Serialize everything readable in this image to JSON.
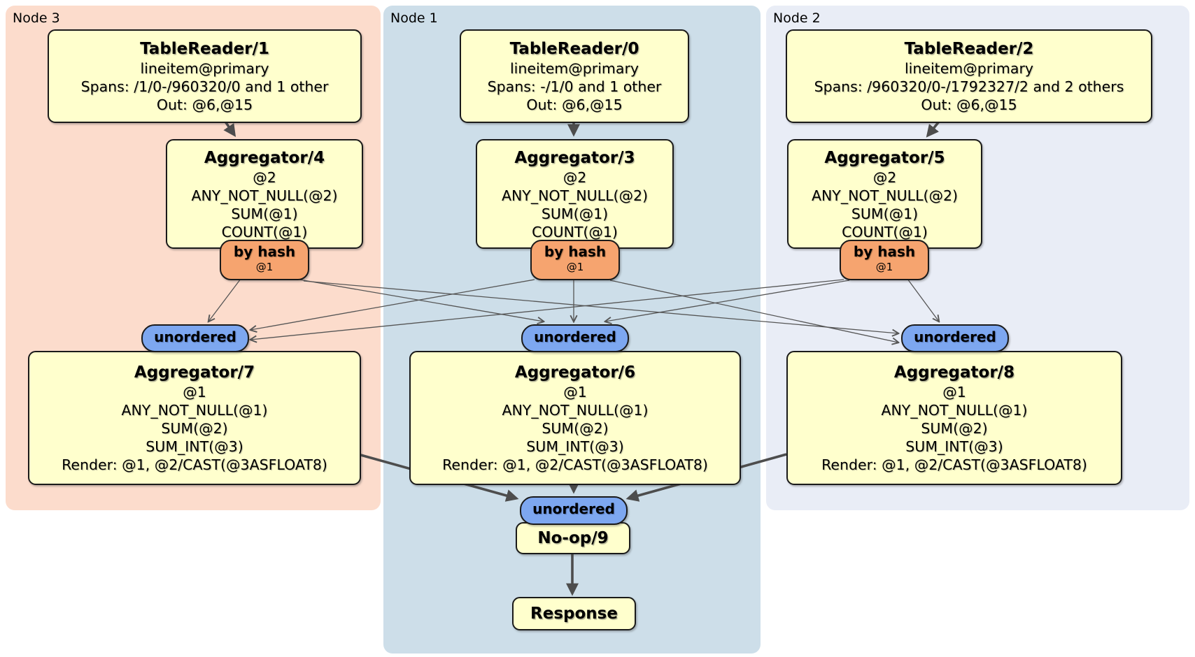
{
  "diagram": {
    "panels": [
      {
        "id": "node3",
        "label": "Node 3",
        "bg": "#fcdccc"
      },
      {
        "id": "node1",
        "label": "Node 1",
        "bg": "#cddee9"
      },
      {
        "id": "node2",
        "label": "Node 2",
        "bg": "#e9edf6"
      }
    ],
    "processors": {
      "tr1": {
        "title": "TableReader/1",
        "lines": [
          "lineitem@primary",
          "Spans: /1/0-/960320/0 and 1 other",
          "Out: @6,@15"
        ]
      },
      "tr0": {
        "title": "TableReader/0",
        "lines": [
          "lineitem@primary",
          "Spans: -/1/0 and 1 other",
          "Out: @6,@15"
        ]
      },
      "tr2": {
        "title": "TableReader/2",
        "lines": [
          "lineitem@primary",
          "Spans: /960320/0-/1792327/2 and 2 others",
          "Out: @6,@15"
        ]
      },
      "agg4": {
        "title": "Aggregator/4",
        "lines": [
          "@2",
          "ANY_NOT_NULL(@2)",
          "SUM(@1)",
          "COUNT(@1)"
        ]
      },
      "agg3": {
        "title": "Aggregator/3",
        "lines": [
          "@2",
          "ANY_NOT_NULL(@2)",
          "SUM(@1)",
          "COUNT(@1)"
        ]
      },
      "agg5": {
        "title": "Aggregator/5",
        "lines": [
          "@2",
          "ANY_NOT_NULL(@2)",
          "SUM(@1)",
          "COUNT(@1)"
        ]
      },
      "agg7": {
        "title": "Aggregator/7",
        "lines": [
          "@1",
          "ANY_NOT_NULL(@1)",
          "SUM(@2)",
          "SUM_INT(@3)",
          "Render: @1, @2/CAST(@3ASFLOAT8)"
        ]
      },
      "agg6": {
        "title": "Aggregator/6",
        "lines": [
          "@1",
          "ANY_NOT_NULL(@1)",
          "SUM(@2)",
          "SUM_INT(@3)",
          "Render: @1, @2/CAST(@3ASFLOAT8)"
        ]
      },
      "agg8": {
        "title": "Aggregator/8",
        "lines": [
          "@1",
          "ANY_NOT_NULL(@1)",
          "SUM(@2)",
          "SUM_INT(@3)",
          "Render: @1, @2/CAST(@3ASFLOAT8)"
        ]
      },
      "noop9": {
        "title": "No-op/9"
      },
      "response": {
        "title": "Response"
      }
    },
    "routers": {
      "byhash": {
        "label": "by hash",
        "sub": "@1"
      },
      "unordered": {
        "label": "unordered"
      }
    },
    "colors": {
      "node3_bg": "#fcdccc",
      "node1_bg": "#cddee9",
      "node2_bg": "#e9edf6",
      "processor_bg": "#ffffcd",
      "hash_router_bg": "#f6a46f",
      "stream_bg": "#7da7f0",
      "edge": "#555555"
    }
  }
}
